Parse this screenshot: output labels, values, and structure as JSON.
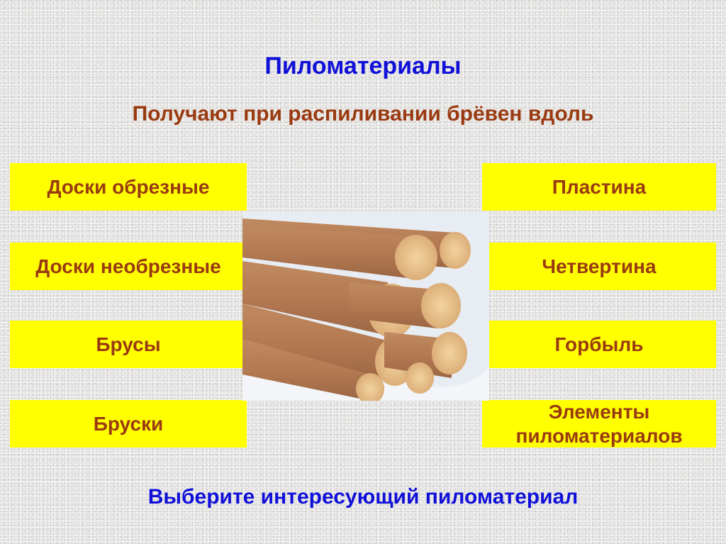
{
  "slide": {
    "title": "Пиломатериалы",
    "subtitle": "Получают при распиливании брёвен вдоль",
    "footer": "Выберите интересующий пиломатериал",
    "colors": {
      "title": "#1010d8",
      "subtitle": "#9a3a10",
      "box_background": "#ffff00",
      "box_text": "#9a3a10",
      "background": "#e9e8e6"
    }
  },
  "left_options": [
    {
      "label": "Доски обрезные"
    },
    {
      "label": "Доски необрезные"
    },
    {
      "label": "Брусы"
    },
    {
      "label": "Бруски"
    }
  ],
  "right_options": [
    {
      "label": "Пластина"
    },
    {
      "label": "Четвертина"
    },
    {
      "label": "Горбыль"
    },
    {
      "label": "Элементы пиломатериалов"
    }
  ],
  "image": {
    "description": "Stacked debarked logs lying on snow"
  }
}
